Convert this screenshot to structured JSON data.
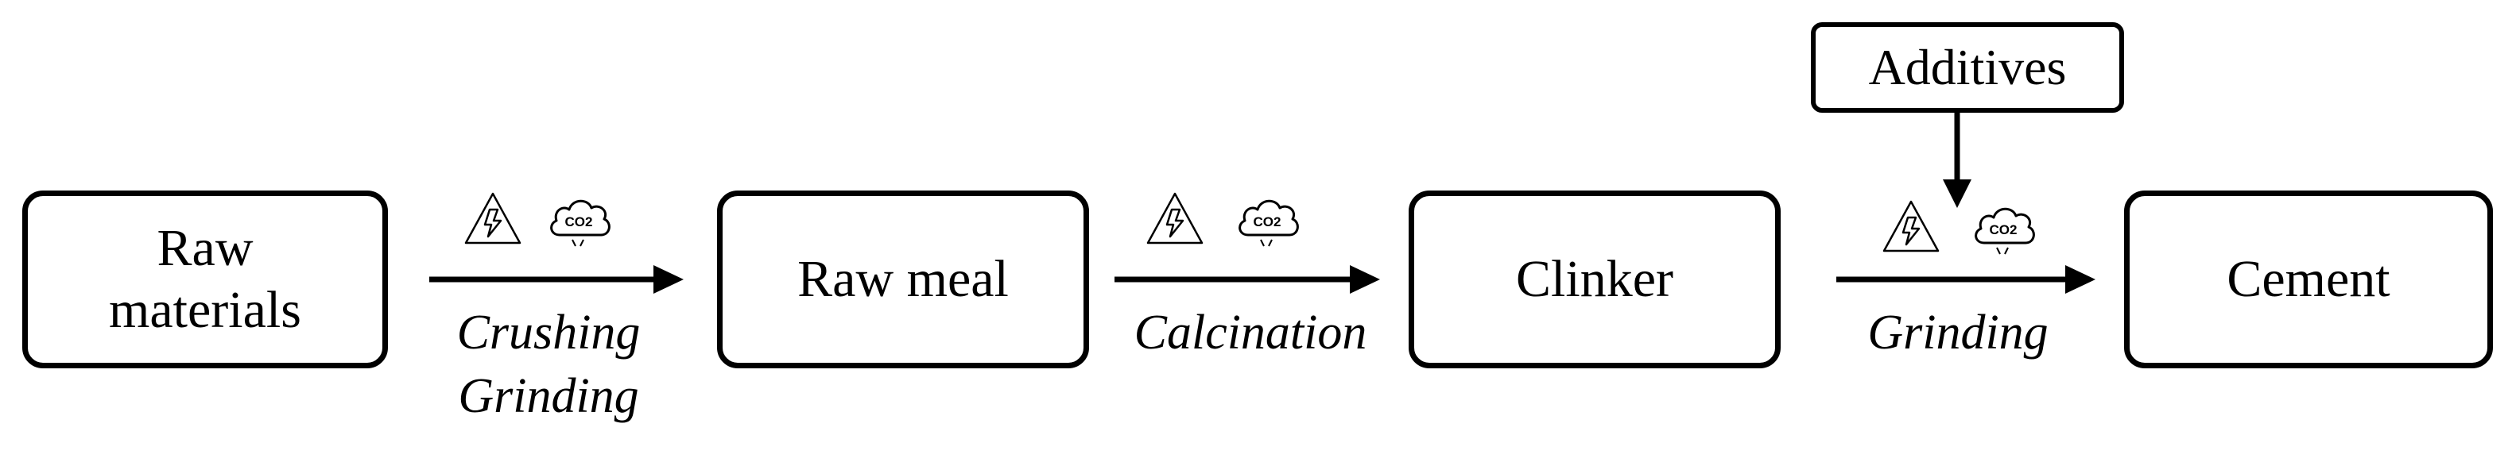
{
  "diagram": {
    "boxes": {
      "raw_materials": "Raw\nmaterials",
      "raw_meal": "Raw meal",
      "clinker": "Clinker",
      "cement": "Cement",
      "additives": "Additives"
    },
    "steps": {
      "step1_line1": "Crushing",
      "step1_line2": "Grinding",
      "step2": "Calcination",
      "step3": "Grinding"
    },
    "icons": {
      "energy": "high-voltage-warning-icon",
      "emissions": "co2-cloud-icon",
      "co2_text": "CO2"
    },
    "colors": {
      "stroke": "#000000",
      "background": "#ffffff"
    }
  }
}
